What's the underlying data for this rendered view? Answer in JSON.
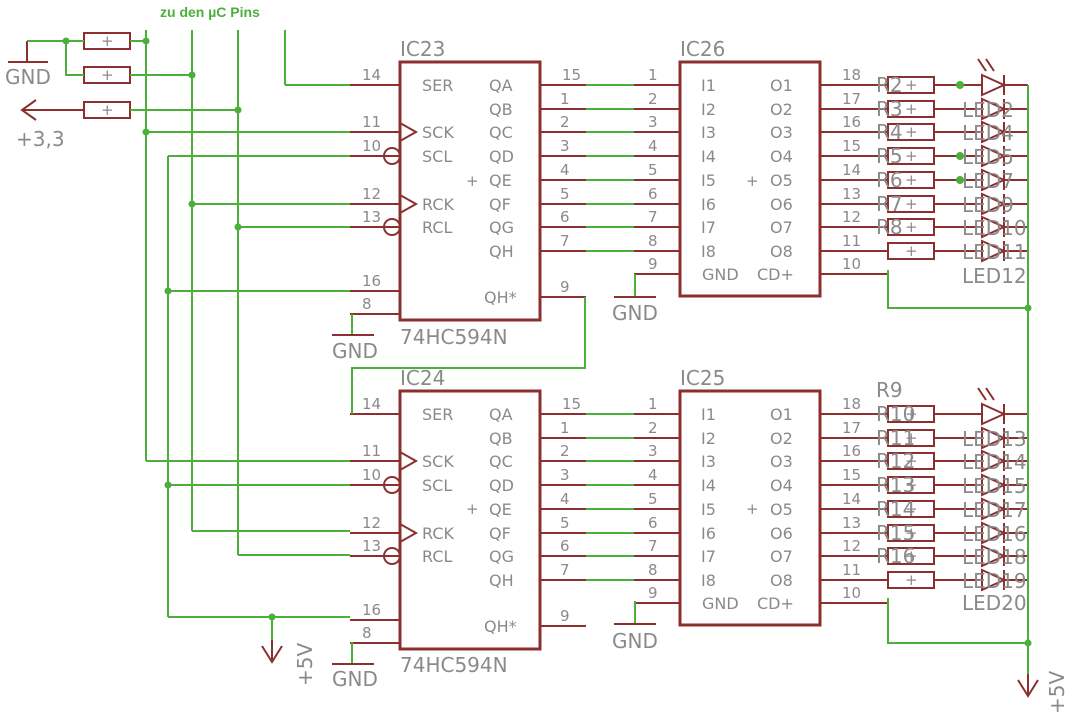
{
  "header": {
    "pins_label": "zu den µC Pins"
  },
  "power": {
    "gnd": "GND",
    "v33": "+3,3",
    "v5": "+5V"
  },
  "shift_registers": [
    {
      "name": "IC23",
      "part": "74HC594N",
      "left_pins": [
        {
          "num": "14",
          "name": "SER"
        },
        {
          "num": "11",
          "name": "SCK"
        },
        {
          "num": "10",
          "name": "SCL"
        },
        {
          "num": "12",
          "name": "RCK"
        },
        {
          "num": "13",
          "name": "RCL"
        },
        {
          "num": "16",
          "name": ""
        },
        {
          "num": "8",
          "name": ""
        }
      ],
      "right_pins": [
        {
          "num": "15",
          "name": "QA"
        },
        {
          "num": "1",
          "name": "QB"
        },
        {
          "num": "2",
          "name": "QC"
        },
        {
          "num": "3",
          "name": "QD"
        },
        {
          "num": "4",
          "name": "QE"
        },
        {
          "num": "5",
          "name": "QF"
        },
        {
          "num": "6",
          "name": "QG"
        },
        {
          "num": "7",
          "name": "QH"
        },
        {
          "num": "9",
          "name": "QH*"
        }
      ]
    },
    {
      "name": "IC24",
      "part": "74HC594N",
      "left_pins": [
        {
          "num": "14",
          "name": "SER"
        },
        {
          "num": "11",
          "name": "SCK"
        },
        {
          "num": "10",
          "name": "SCL"
        },
        {
          "num": "12",
          "name": "RCK"
        },
        {
          "num": "13",
          "name": "RCL"
        },
        {
          "num": "16",
          "name": ""
        },
        {
          "num": "8",
          "name": ""
        }
      ],
      "right_pins": [
        {
          "num": "15",
          "name": "QA"
        },
        {
          "num": "1",
          "name": "QB"
        },
        {
          "num": "2",
          "name": "QC"
        },
        {
          "num": "3",
          "name": "QD"
        },
        {
          "num": "4",
          "name": "QE"
        },
        {
          "num": "5",
          "name": "QF"
        },
        {
          "num": "6",
          "name": "QG"
        },
        {
          "num": "7",
          "name": "QH"
        },
        {
          "num": "9",
          "name": "QH*"
        }
      ]
    }
  ],
  "drivers": [
    {
      "name": "IC26",
      "inputs": [
        {
          "num": "1",
          "name": "I1"
        },
        {
          "num": "2",
          "name": "I2"
        },
        {
          "num": "3",
          "name": "I3"
        },
        {
          "num": "4",
          "name": "I4"
        },
        {
          "num": "5",
          "name": "I5"
        },
        {
          "num": "6",
          "name": "I6"
        },
        {
          "num": "7",
          "name": "I7"
        },
        {
          "num": "8",
          "name": "I8"
        },
        {
          "num": "9",
          "name": "GND"
        }
      ],
      "outputs": [
        {
          "num": "18",
          "name": "O1"
        },
        {
          "num": "17",
          "name": "O2"
        },
        {
          "num": "16",
          "name": "O3"
        },
        {
          "num": "15",
          "name": "O4"
        },
        {
          "num": "14",
          "name": "O5"
        },
        {
          "num": "13",
          "name": "O6"
        },
        {
          "num": "12",
          "name": "O7"
        },
        {
          "num": "11",
          "name": "O8"
        },
        {
          "num": "10",
          "name": "CD+"
        }
      ]
    },
    {
      "name": "IC25",
      "inputs": [
        {
          "num": "1",
          "name": "I1"
        },
        {
          "num": "2",
          "name": "I2"
        },
        {
          "num": "3",
          "name": "I3"
        },
        {
          "num": "4",
          "name": "I4"
        },
        {
          "num": "5",
          "name": "I5"
        },
        {
          "num": "6",
          "name": "I6"
        },
        {
          "num": "7",
          "name": "I7"
        },
        {
          "num": "8",
          "name": "I8"
        },
        {
          "num": "9",
          "name": "GND"
        }
      ],
      "outputs": [
        {
          "num": "18",
          "name": "O1"
        },
        {
          "num": "17",
          "name": "O2"
        },
        {
          "num": "16",
          "name": "O3"
        },
        {
          "num": "15",
          "name": "O4"
        },
        {
          "num": "14",
          "name": "O5"
        },
        {
          "num": "13",
          "name": "O6"
        },
        {
          "num": "12",
          "name": "O7"
        },
        {
          "num": "11",
          "name": "O8"
        },
        {
          "num": "10",
          "name": "CD+"
        }
      ]
    }
  ],
  "resistors_top": [
    "R2",
    "R3",
    "R4",
    "R5",
    "R6",
    "R7",
    "R8",
    ""
  ],
  "resistors_bottom": [
    "R10",
    "R11",
    "R12",
    "R13",
    "R14",
    "R15",
    "R16",
    ""
  ],
  "resistor_bottom_extra": "R9",
  "leds_top": [
    "",
    "LED2",
    "LED4",
    "LED5",
    "LED7",
    "LED9",
    "LED10",
    "LED11"
  ],
  "leds_top_extra": "LED12",
  "leds_bottom": [
    "",
    "LED13",
    "LED14",
    "LED15",
    "LED17",
    "LED16",
    "LED18",
    "LED19"
  ],
  "leds_bottom_extra": "LED20",
  "colors": {
    "component": "#8b2f2f",
    "wire": "#4caf3c",
    "label": "#8a8a8a"
  }
}
